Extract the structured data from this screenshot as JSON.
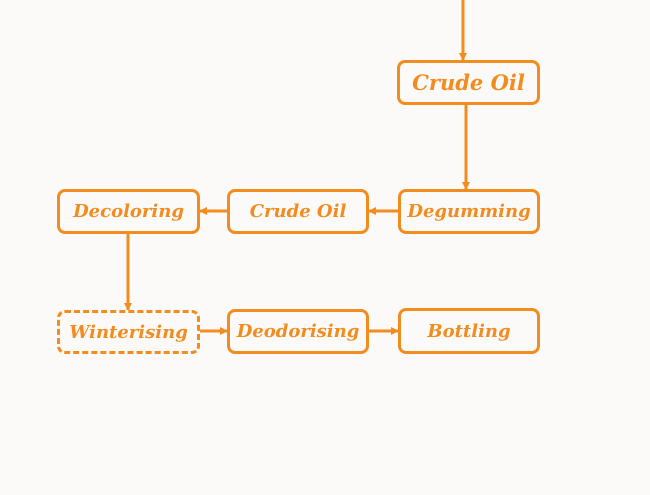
{
  "diagram": {
    "type": "flowchart",
    "accent_color": "#f28c1e",
    "background_color": "#fcf9f9",
    "nodes": {
      "crude_oil_top": "Crude Oil",
      "degumming": "Degumming",
      "crude_oil_mid": "Crude Oil",
      "decoloring": "Decoloring",
      "winterising": "Winterising",
      "deodorising": "Deodorising",
      "bottling": "Bottling"
    },
    "edges": [
      [
        "incoming",
        "crude_oil_top"
      ],
      [
        "crude_oil_top",
        "degumming"
      ],
      [
        "degumming",
        "crude_oil_mid"
      ],
      [
        "crude_oil_mid",
        "decoloring"
      ],
      [
        "decoloring",
        "winterising"
      ],
      [
        "winterising",
        "deodorising"
      ],
      [
        "deodorising",
        "bottling"
      ]
    ]
  }
}
